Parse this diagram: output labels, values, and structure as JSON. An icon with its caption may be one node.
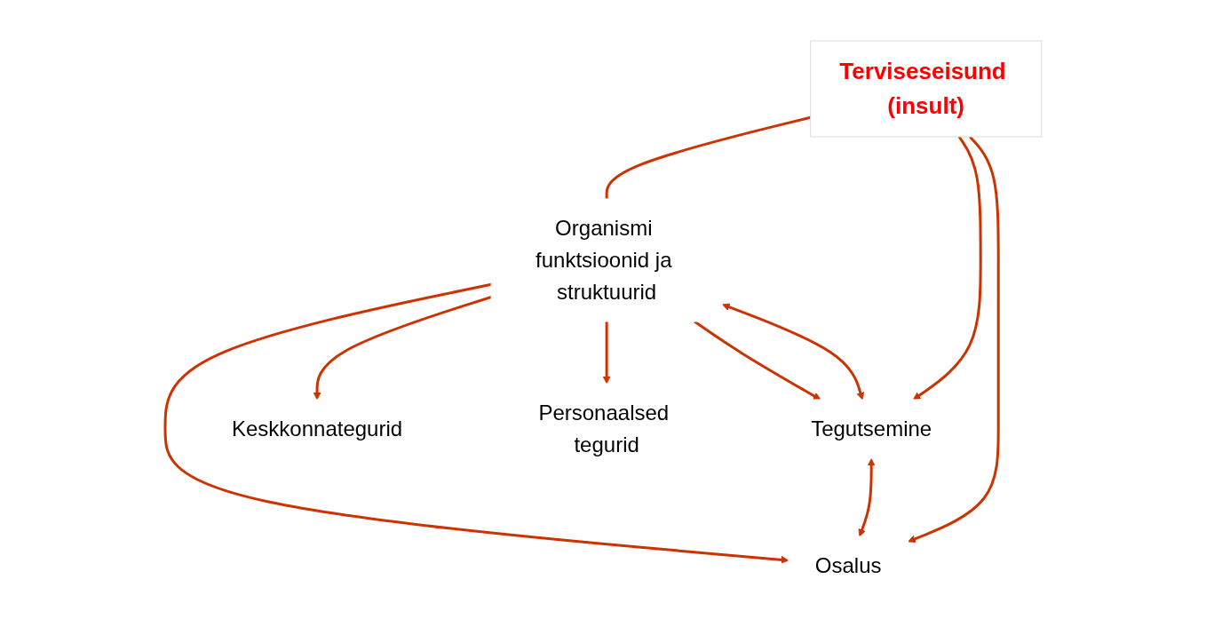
{
  "diagram": {
    "nodes": [
      {
        "text": [
          "Terviseseisund (insult)"
        ]
      },
      {
        "text": [
          "Organismi funktsioonid ja struktuurid"
        ]
      },
      {
        "text": [
          "Tegutsemine"
        ]
      },
      {
        "text": [
          "Osalus"
        ]
      },
      {
        "text": [
          "Keskkonnategurid"
        ]
      },
      {
        "text": [
          "Personaalsed tegurid"
        ]
      }
    ],
    "edges": [
      {
        "from": 0,
        "to": 1,
        "arrow": "none"
      },
      {
        "from": 0,
        "to": 2,
        "arrow": "to"
      },
      {
        "from": 0,
        "to": 3,
        "arrow": "to"
      },
      {
        "from": 1,
        "to": 2,
        "arrow": "both"
      },
      {
        "from": 2,
        "to": 3,
        "arrow": "both"
      },
      {
        "from": 1,
        "to": 2,
        "arrow": "to"
      },
      {
        "from": 1,
        "to": 3,
        "arrow": "to"
      },
      {
        "from": 1,
        "to": 4,
        "arrow": "to"
      },
      {
        "from": 1,
        "to": 5,
        "arrow": "to"
      }
    ]
  }
}
